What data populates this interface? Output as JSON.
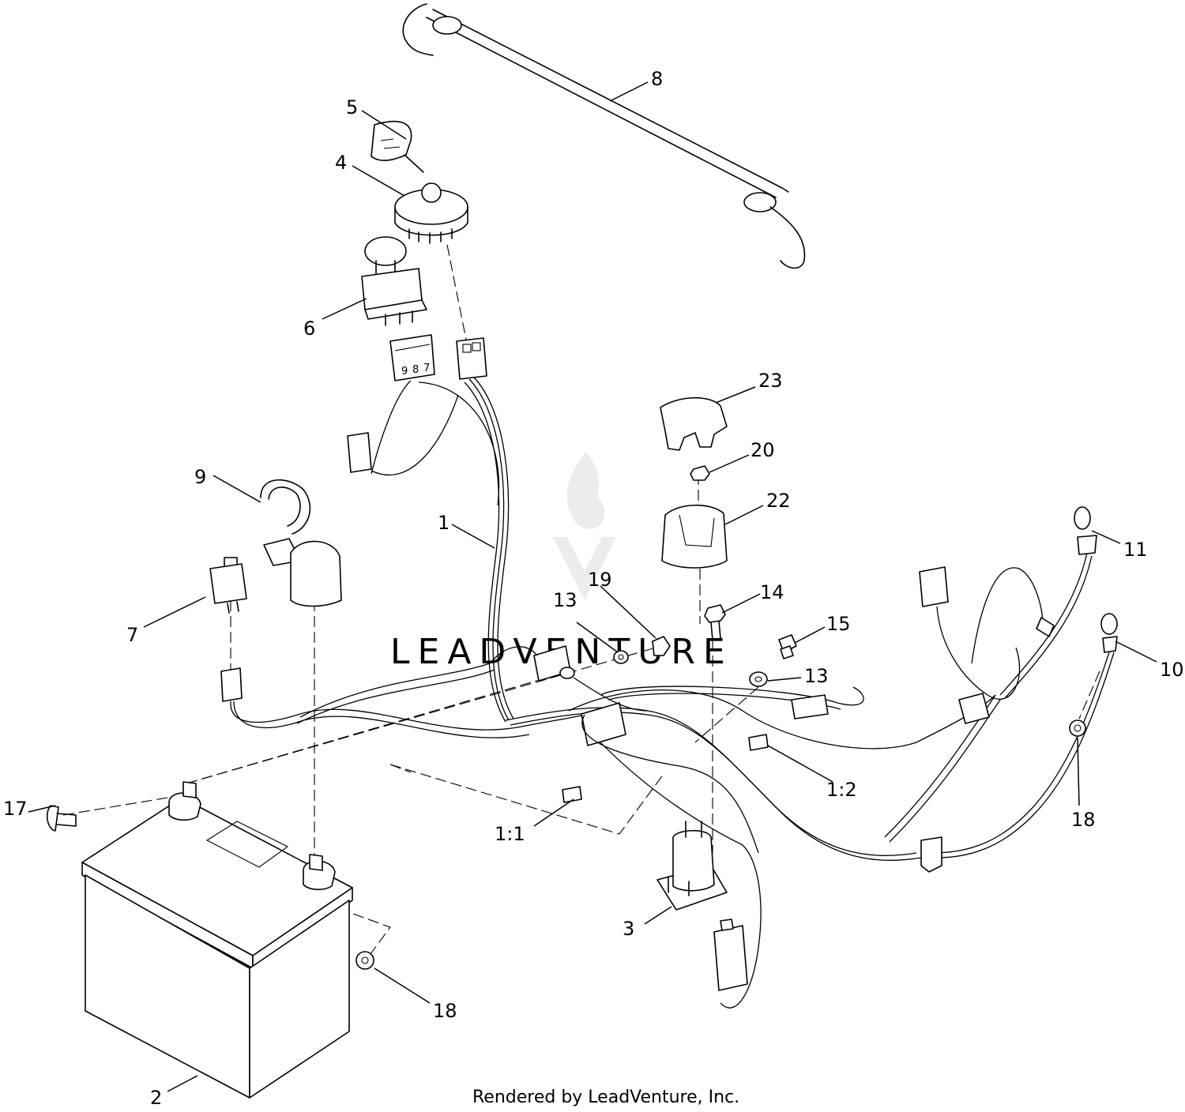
{
  "footer_text": "Rendered by LeadVenture, Inc.",
  "watermark": "LEADVENTURE",
  "callouts": {
    "c1": "1",
    "c1_1": "1:1",
    "c1_2": "1:2",
    "c2": "2",
    "c3": "3",
    "c4": "4",
    "c5": "5",
    "c6": "6",
    "c7": "7",
    "c8": "8",
    "c9": "9",
    "c10": "10",
    "c11": "11",
    "c13a": "13",
    "c13b": "13",
    "c14": "14",
    "c15": "15",
    "c17": "17",
    "c18a": "18",
    "c18b": "18",
    "c19": "19",
    "c20": "20",
    "c22": "22",
    "c23": "23"
  },
  "connector_labels": {
    "pins": [
      "9",
      "8",
      "7"
    ]
  }
}
